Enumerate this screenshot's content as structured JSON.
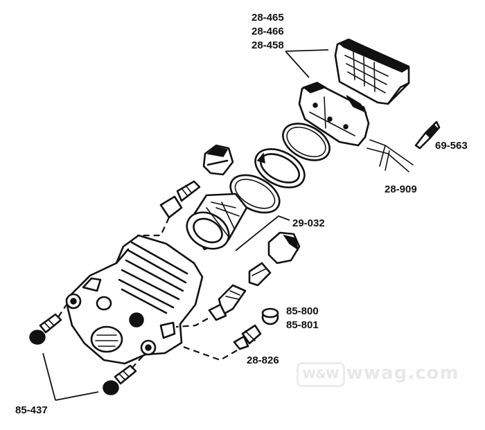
{
  "labels": {
    "pad_numbers": [
      "28-465",
      "28-466",
      "28-458"
    ],
    "pin": "69-563",
    "spring_clip": "28-909",
    "piston_seals": "29-032",
    "bleeder_cap_a": "85-800",
    "bleeder_cap_b": "85-801",
    "bleeder": "28-826",
    "mount_bolts": "85-437"
  },
  "watermark": {
    "logo_text": "W&W",
    "site_text": "wwag.com"
  }
}
